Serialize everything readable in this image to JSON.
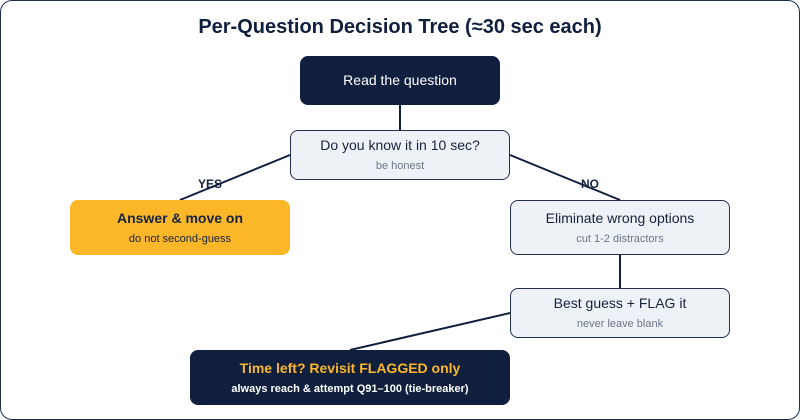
{
  "title": "Per-Question Decision Tree (≈30 sec each)",
  "nodes": {
    "read": {
      "main": "Read the question"
    },
    "know": {
      "main": "Do you know it in 10 sec?",
      "sub": "be honest"
    },
    "answer": {
      "main": "Answer & move on",
      "sub": "do not second-guess"
    },
    "eliminate": {
      "main": "Eliminate wrong options",
      "sub": "cut 1-2 distractors"
    },
    "guess": {
      "main": "Best guess + FLAG it",
      "sub": "never leave blank"
    },
    "revisit": {
      "main": "Time left? Revisit FLAGGED only",
      "sub": "always reach & attempt Q91–100 (tie-breaker)"
    }
  },
  "edges": {
    "yes_label": "YES",
    "no_label": "NO"
  },
  "colors": {
    "navy": "#0f1f3d",
    "light_fill": "#eef2f7",
    "accent_yellow": "#fbb728"
  }
}
